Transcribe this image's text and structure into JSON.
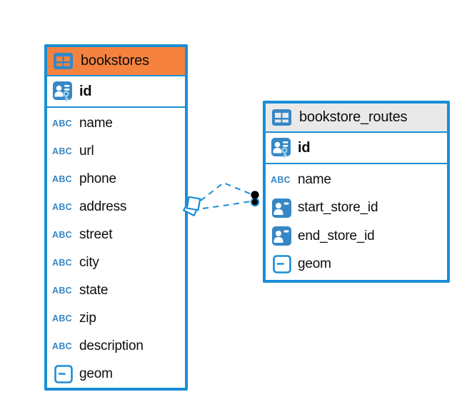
{
  "diagram": {
    "kind": "entity-relationship-diagram",
    "relationship": {
      "from_table": "bookstore_routes",
      "to_table": "bookstores",
      "style": "dashed",
      "line_count": 2,
      "left_end_marker": "stacked-diamonds",
      "right_end_marker": "stacked-dots"
    }
  },
  "tables": [
    {
      "title": "bookstores",
      "header_style": "orange",
      "pk": {
        "label": "id",
        "type": "primary-key"
      },
      "columns": [
        {
          "label": "name",
          "type": "text"
        },
        {
          "label": "url",
          "type": "text"
        },
        {
          "label": "phone",
          "type": "text"
        },
        {
          "label": "address",
          "type": "text"
        },
        {
          "label": "street",
          "type": "text"
        },
        {
          "label": "city",
          "type": "text"
        },
        {
          "label": "state",
          "type": "text"
        },
        {
          "label": "zip",
          "type": "text"
        },
        {
          "label": "description",
          "type": "text"
        },
        {
          "label": "geom",
          "type": "geometry"
        }
      ]
    },
    {
      "title": "bookstore_routes",
      "header_style": "gray",
      "pk": {
        "label": "id",
        "type": "primary-key"
      },
      "columns": [
        {
          "label": "name",
          "type": "text"
        },
        {
          "label": "start_store_id",
          "type": "reference"
        },
        {
          "label": "end_store_id",
          "type": "reference"
        },
        {
          "label": "geom",
          "type": "geometry"
        }
      ]
    }
  ],
  "icons": {
    "table": "table-grid-icon",
    "primary_key": "person-key-icon",
    "reference": "person-card-icon",
    "text": "abc-icon",
    "geometry": "rect-dash-icon",
    "text_label": "ABC"
  },
  "colors": {
    "accent": "#1a8ed6",
    "icon_blue": "#3687c6",
    "header_orange": "#f5823e",
    "header_gray": "#e9e9e9",
    "text": "#0d0d0d",
    "dot": "#000000"
  }
}
